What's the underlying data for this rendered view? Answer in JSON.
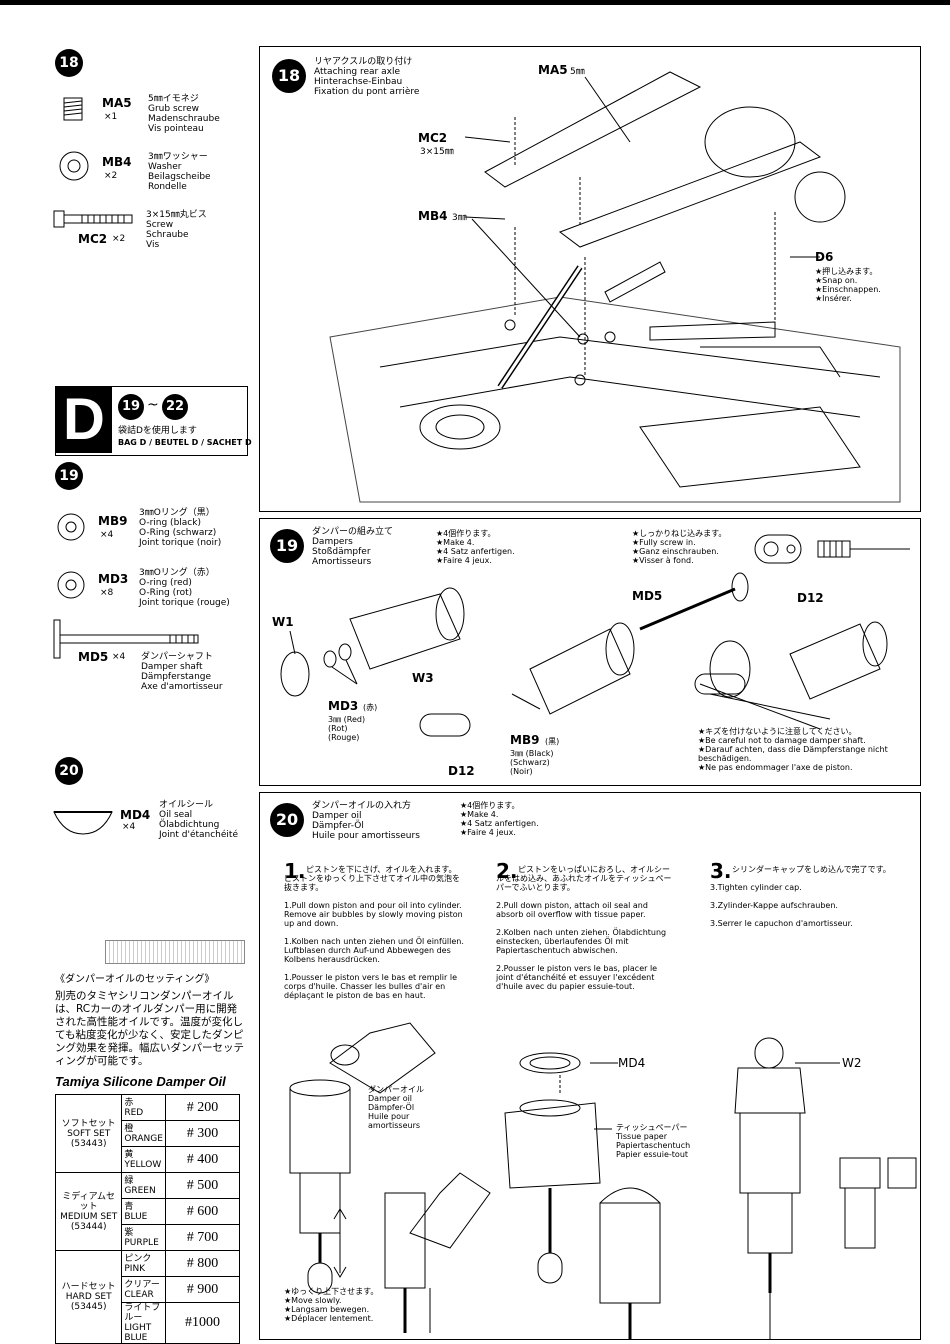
{
  "parts18": {
    "step": "18",
    "ma5": {
      "code": "MA5",
      "qty": "×1",
      "text": "5㎜イモネジ\nGrub screw\nMadenschraube\nVis pointeau"
    },
    "mb4": {
      "code": "MB4",
      "qty": "×2",
      "text": "3㎜ワッシャー\nWasher\nBeilagscheibe\nRondelle"
    },
    "mc2": {
      "code": "MC2",
      "qty": "×2",
      "text": "3×15㎜丸ビス\nScrew\nSchraube\nVis"
    }
  },
  "bagD": {
    "letter": "D",
    "range_start": "19",
    "range_sep": "~",
    "range_end": "22",
    "jp": "袋詰Dを使用します",
    "label": "BAG D / BEUTEL D / SACHET D"
  },
  "parts19": {
    "step": "19",
    "mb9": {
      "code": "MB9",
      "qty": "×4",
      "text": "3㎜Oリング（黒）\nO-ring (black)\nO-Ring (schwarz)\nJoint torique (noir)"
    },
    "md3": {
      "code": "MD3",
      "qty": "×8",
      "text": "3㎜Oリング（赤）\nO-ring (red)\nO-Ring (rot)\nJoint torique (rouge)"
    },
    "md5": {
      "code": "MD5",
      "qty": "×4",
      "text": "ダンパーシャフト\nDamper shaft\nDämpferstange\nAxe d'amortisseur"
    }
  },
  "parts20": {
    "step": "20",
    "md4": {
      "code": "MD4",
      "qty": "×4",
      "text": "オイルシール\nOil seal\nÖlabdichtung\nJoint d'étanchéité"
    }
  },
  "oilNote": {
    "heading": "《ダンパーオイルのセッティング》",
    "body": "別売のタミヤシリコンダンパーオイルは、RCカーのオイルダンパー用に開発された高性能オイルです。温度が変化しても粘度変化が少なく、安定したダンピング効果を発揮。幅広いダンパーセッティングが可能です。",
    "brand": "Tamiya Silicone Damper Oil",
    "sets": [
      {
        "name": "ソフトセット\nSOFT SET\n(53443)",
        "rows": [
          {
            "color": "赤\nRED",
            "val": "# 200"
          },
          {
            "color": "橙\nORANGE",
            "val": "# 300"
          },
          {
            "color": "黄\nYELLOW",
            "val": "# 400"
          }
        ]
      },
      {
        "name": "ミディアムセット\nMEDIUM SET\n(53444)",
        "rows": [
          {
            "color": "緑\nGREEN",
            "val": "# 500"
          },
          {
            "color": "青\nBLUE",
            "val": "# 600"
          },
          {
            "color": "紫\nPURPLE",
            "val": "# 700"
          }
        ]
      },
      {
        "name": "ハードセット\nHARD SET\n(53445)",
        "rows": [
          {
            "color": "ピンク\nPINK",
            "val": "# 800"
          },
          {
            "color": "クリアー\nCLEAR",
            "val": "# 900"
          },
          {
            "color": "ライトブルー\nLIGHT BLUE",
            "val": "#1000"
          }
        ]
      }
    ]
  },
  "step18": {
    "num": "18",
    "title": "リヤアクスルの取り付け\nAttaching rear axle\nHinterachse-Einbau\nFixation du pont arrière",
    "ma5": "MA5",
    "ma5mm": "5㎜",
    "mc2": "MC2",
    "mc2mm": "3×15㎜",
    "mb4": "MB4",
    "mb4mm": "3㎜",
    "d6": "D6",
    "d6note": "★押し込みます。\n★Snap on.\n★Einschnappen.\n★Insérer."
  },
  "step19": {
    "num": "19",
    "title": "ダンパーの組み立て\nDampers\nStoßdämpfer\nAmortisseurs",
    "make": "★4個作ります。\n★Make 4.\n★4 Satz anfertigen.\n★Faire 4 jeux.",
    "screw": "★しっかりねじ込みます。\n★Fully screw in.\n★Ganz einschrauben.\n★Visser à fond.",
    "w1": "W1",
    "w3": "W3",
    "md3": "MD3",
    "md3note": "(赤)",
    "md3c": "3㎜ (Red)\n(Rot)\n(Rouge)",
    "d12a": "D12",
    "d12b": "D12",
    "md5": "MD5",
    "mb9": "MB9",
    "mb9note": "(黒)",
    "mb9c": "3㎜ (Black)\n(Schwarz)\n(Noir)",
    "care": "★キズを付けないように注意してください。\n★Be careful not to damage damper shaft.\n★Darauf achten, dass die Dämpferstange nicht beschädigen.\n★Ne pas endommager l'axe de piston."
  },
  "step20": {
    "num": "20",
    "title": "ダンパーオイルの入れ方\nDamper oil\nDämpfer-Öl\nHuile pour amortisseurs",
    "make": "★4個作ります。\n★Make 4.\n★4 Satz anfertigen.\n★Faire 4 jeux.",
    "s1n": "1.",
    "s1": "ピストンを下にさげ、オイルを入れます。ピストンをゆっくり上下させてオイル中の気泡を抜きます。\n\n1.Pull down piston and pour oil into cylinder. Remove air bubbles by slowly moving piston up and down.\n\n1.Kolben nach unten ziehen und Öl einfüllen. Luftblasen durch Auf-und Abbewegen des Kolbens herausdrücken.\n\n1.Pousser le piston vers le bas et remplir le corps d'huile. Chasser les bulles d'air en déplaçant le piston de bas en haut.",
    "s2n": "2.",
    "s2": "ピストンをいっぱいにおろし、オイルシールをはめ込み、あふれたオイルをティッシュペーパーでふいとります。\n\n2.Pull down piston, attach oil seal and absorb oil overflow with tissue paper.\n\n2.Kolben nach unten ziehen. Ölabdichtung einstecken, überlaufendes Öl mit Papiertaschentuch abwischen.\n\n2.Pousser le piston vers le bas, placer le joint d'étanchéité et essuyer l'excédent d'huile avec du papier essuie-tout.",
    "s3n": "3.",
    "s3": "シリンダーキャップをしめ込んで完了です。\n\n3.Tighten cylinder cap.\n\n3.Zylinder-Kappe aufschrauben.\n\n3.Serrer le capuchon d'amortisseur.",
    "oil": "ダンパーオイル\nDamper oil\nDämpfer-Öl\nHuile pour\namortisseurs",
    "md4": "MD4",
    "tissue": "ティッシュペーパー\nTissue paper\nPapiertaschentuch\nPapier essuie-tout",
    "w2": "W2",
    "slow": "★ゆっくり上下させます。\n★Move slowly.\n★Langsam bewegen.\n★Déplacer lentement."
  }
}
